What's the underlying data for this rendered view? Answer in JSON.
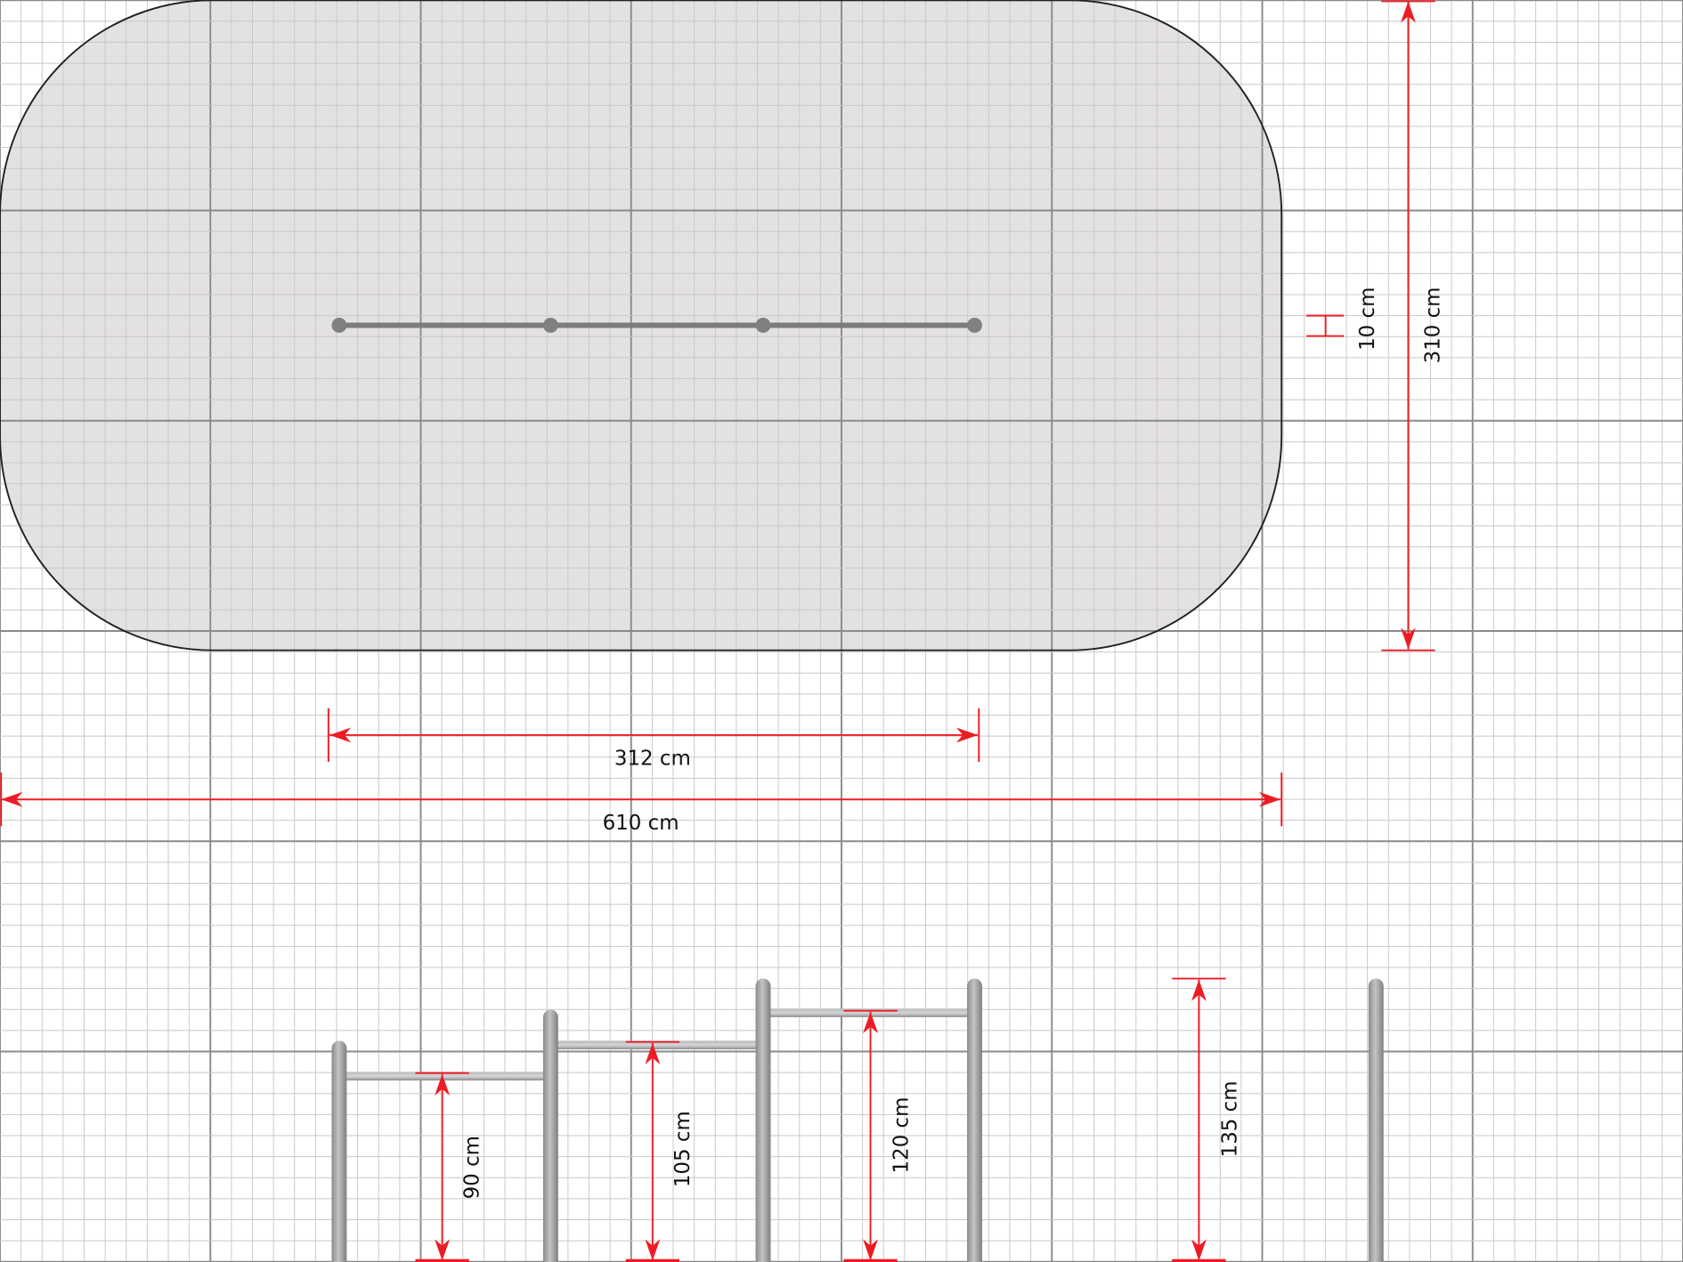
{
  "title": "Fitness bar set – footprint and heights",
  "colors": {
    "dimension": "#ed1c24",
    "area_fill": "#e4e1e3",
    "post": "#9a9a9c",
    "grid_minor": "#c8c8c8",
    "grid_major": "#8a8a8a"
  },
  "top_view": {
    "depth_label": "310 cm",
    "bar_diameter_label": "10 cm",
    "bar_span_label": "312 cm",
    "total_width_label": "610 cm"
  },
  "side_view": {
    "bars": [
      {
        "height_cm": 90,
        "label": "90 cm"
      },
      {
        "height_cm": 105,
        "label": "105 cm"
      },
      {
        "height_cm": 120,
        "label": "120 cm"
      }
    ],
    "post_height_label": "135 cm"
  }
}
